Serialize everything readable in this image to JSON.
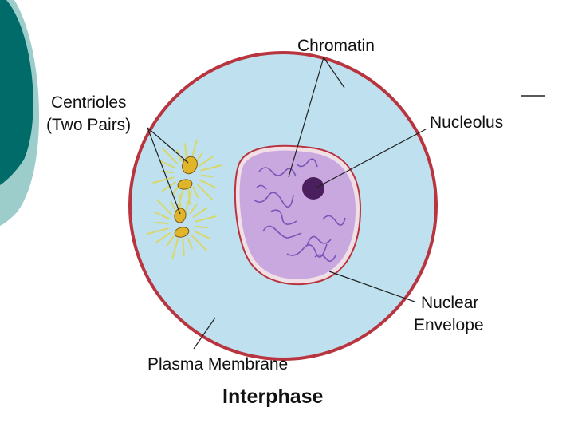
{
  "colors": {
    "teal_dark": "#006B68",
    "teal_light": "#9CCDCB",
    "cytoplasm": "#BFE0EE",
    "membrane": "#B8343F",
    "nucleus": "#C9A8E0",
    "nucleolus": "#4B1E5E",
    "centriole": "#E0B52A",
    "aster": "#D8D86A"
  },
  "labels": {
    "chromatin": "Chromatin",
    "centrioles_line1": "Centrioles",
    "centrioles_line2": "(Two Pairs)",
    "nucleolus": "Nucleolus",
    "nuclear_line1": "Nuclear",
    "nuclear_line2": "Envelope",
    "plasma_membrane": "Plasma Membrane"
  },
  "title": "Interphase"
}
